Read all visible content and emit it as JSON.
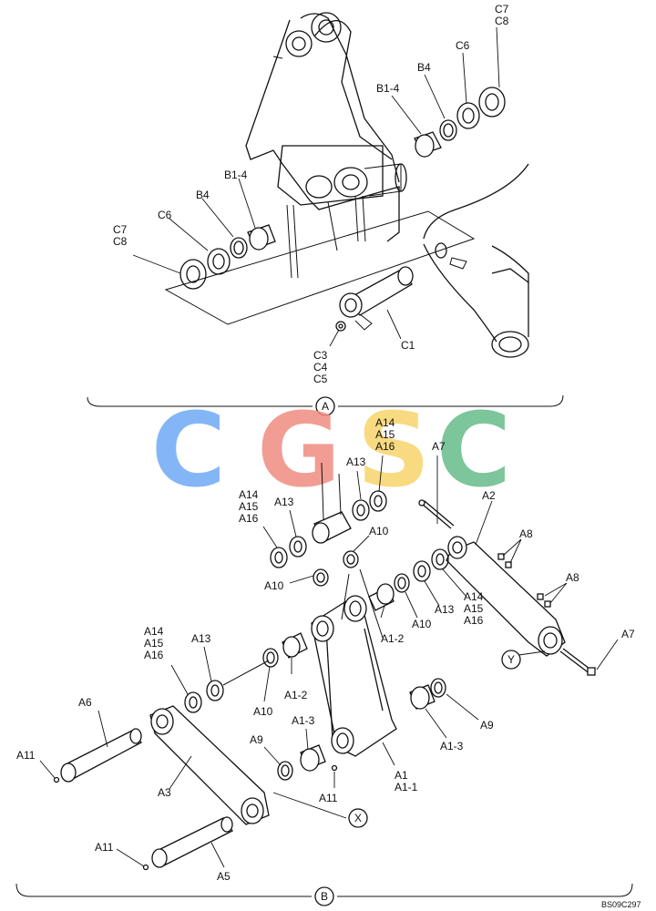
{
  "labels": {
    "c7_c8_top": [
      "C7",
      "C8"
    ],
    "c6_top": "C6",
    "b4_top": "B4",
    "b1_4_top": "B1-4",
    "b1_4_left": "B1-4",
    "b4_left": "B4",
    "c6_left": "C6",
    "c7_c8_left": [
      "C7",
      "C8"
    ],
    "c3_c4_c5": [
      "C3",
      "C4",
      "C5"
    ],
    "c1": "C1",
    "a14_16_top": [
      "A14",
      "A15",
      "A16"
    ],
    "a13_top": "A13",
    "a7_top": "A7",
    "a2": "A2",
    "a8_1": "A8",
    "a8_2": "A8",
    "a14_16_left": [
      "A14",
      "A15",
      "A16"
    ],
    "a13_left": "A13",
    "a10_mid": "A10",
    "a10_left": "A10",
    "a10_right": "A10",
    "a13_right": "A13",
    "a14_16_right": [
      "A14",
      "A15",
      "A16"
    ],
    "a1_2_right": "A1-2",
    "a7_right": "A7",
    "a14_16_lower": [
      "A14",
      "A15",
      "A16"
    ],
    "a13_lower": "A13",
    "a6": "A6",
    "a1_2_lower": "A1-2",
    "a10_lower": "A10",
    "a9_left": "A9",
    "a1_3_left": "A1-3",
    "a9_right": "A9",
    "a1_3_right": "A1-3",
    "a11_left": "A11",
    "a3": "A3",
    "a1_a1_1": [
      "A1",
      "A1-1"
    ],
    "a11_mid": "A11",
    "a11_bottom": "A11",
    "a5": "A5"
  },
  "callouts": {
    "section_a": "A",
    "section_b": "B",
    "ref_x": "X",
    "ref_y": "Y"
  },
  "watermark": {
    "letters": [
      "C",
      "G",
      "S",
      "C"
    ],
    "colors": [
      "#6fa8f5",
      "#f08c80",
      "#f7d36a",
      "#66bb8a"
    ]
  },
  "drawing_code": "BS09C297"
}
